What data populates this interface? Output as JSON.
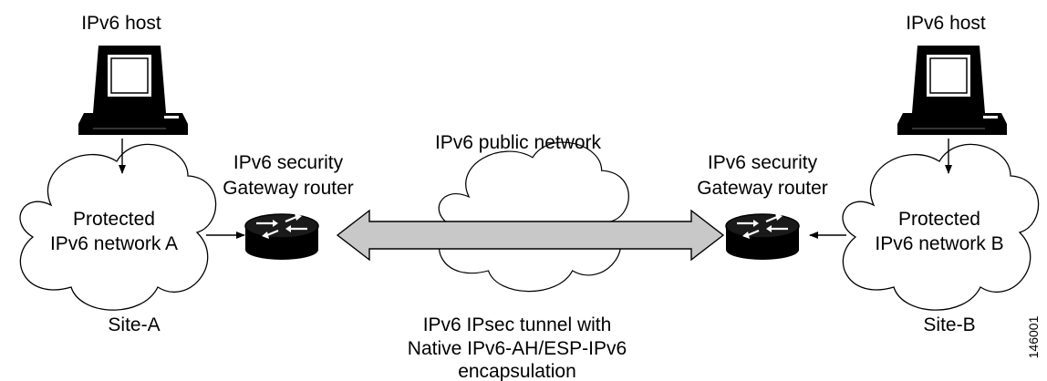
{
  "labels": {
    "host_left": "IPv6 host",
    "host_right": "IPv6 host",
    "public_network": "IPv6 public network",
    "router_left_line1": "IPv6 security",
    "router_left_line2": "Gateway router",
    "router_right_line1": "IPv6 security",
    "router_right_line2": "Gateway router",
    "network_a_line1": "Protected",
    "network_a_line2": "IPv6 network A",
    "network_b_line1": "Protected",
    "network_b_line2": "IPv6 network B",
    "site_a": "Site-A",
    "site_b": "Site-B",
    "tunnel_line1": "IPv6 IPsec tunnel with",
    "tunnel_line2": "Native IPv6-AH/ESP-IPv6",
    "tunnel_line3": "encapsulation",
    "figure_id": "146001"
  },
  "colors": {
    "tunnel_arrow_fill": "#c8c8c8",
    "router_body": "#000000",
    "monitor_screen": "#ffffff"
  },
  "icons": [
    "computer-icon",
    "router-icon",
    "cloud-icon"
  ]
}
